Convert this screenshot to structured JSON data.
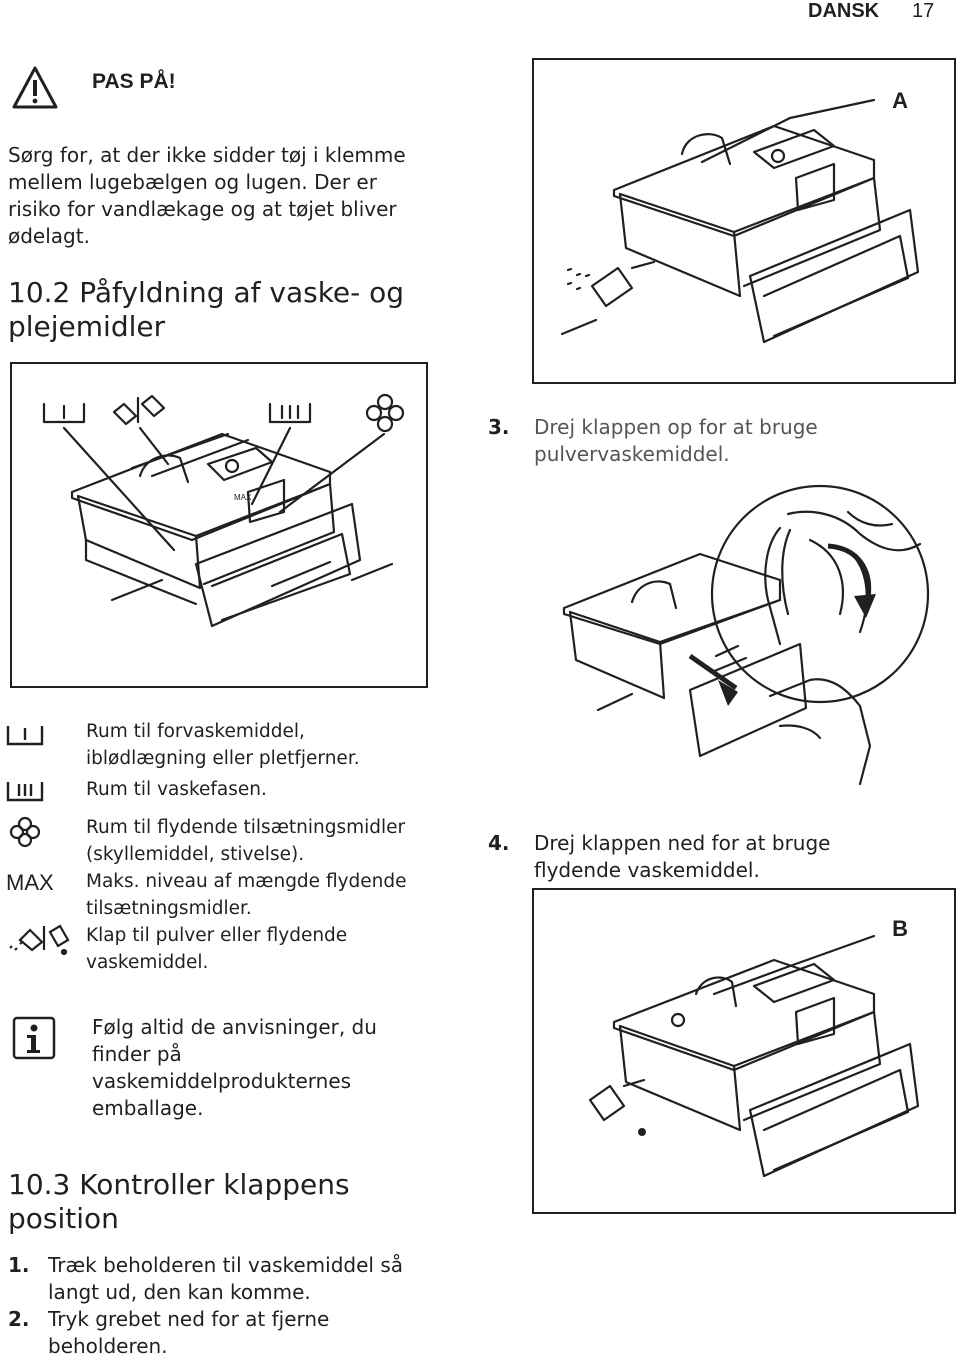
{
  "header": {
    "language": "DANSK",
    "page_number": "17"
  },
  "warning": {
    "title": "PAS PÅ!",
    "lines": [
      "Sørg for, at der ikke sidder tøj i klemme",
      "mellem lugebælgen og lugen. Der er",
      "risiko for vandlækage og at tøjet bliver",
      "ødelagt."
    ]
  },
  "section_10_2": {
    "number": "10.2",
    "title_line1": "Påfyldning af vaske- og",
    "title_line2": "plejemidler"
  },
  "figure_labels": {
    "a": "A",
    "b": "B",
    "max": "MAX"
  },
  "legend": [
    {
      "icon": "prewash-compartment-icon",
      "lines": [
        "Rum til forvaskemiddel,",
        "iblødlægning eller pletfjerner."
      ]
    },
    {
      "icon": "main-wash-compartment-icon",
      "lines": [
        "Rum til vaskefasen."
      ]
    },
    {
      "icon": "flower-softener-icon",
      "lines": [
        "Rum til flydende tilsætningsmidler",
        "(skyllemiddel, stivelse)."
      ]
    },
    {
      "icon": "max-level-label",
      "label": "MAX",
      "lines": [
        "Maks. niveau af mængde flydende",
        "tilsætningsmidler."
      ]
    },
    {
      "icon": "powder-liquid-flap-icon",
      "lines": [
        "Klap til pulver eller flydende",
        "vaskemiddel."
      ]
    }
  ],
  "info": {
    "lines": [
      "Følg altid de anvisninger, du",
      "finder på",
      "vaskemiddelprodukternes",
      "emballage."
    ]
  },
  "section_10_3": {
    "number": "10.3",
    "title_line1": "Kontroller klappens",
    "title_line2": "position"
  },
  "steps_left": [
    {
      "num": "1.",
      "lines": [
        "Træk beholderen til vaskemiddel så",
        "langt ud, den kan komme."
      ]
    },
    {
      "num": "2.",
      "lines": [
        "Tryk grebet ned for at fjerne",
        "beholderen."
      ]
    }
  ],
  "steps_right": [
    {
      "num": "3.",
      "lines": [
        "Drej klappen op for at bruge",
        "pulvervaskemiddel."
      ]
    },
    {
      "num": "4.",
      "lines": [
        "Drej klappen ned for at bruge",
        "flydende vaskemiddel."
      ]
    }
  ]
}
